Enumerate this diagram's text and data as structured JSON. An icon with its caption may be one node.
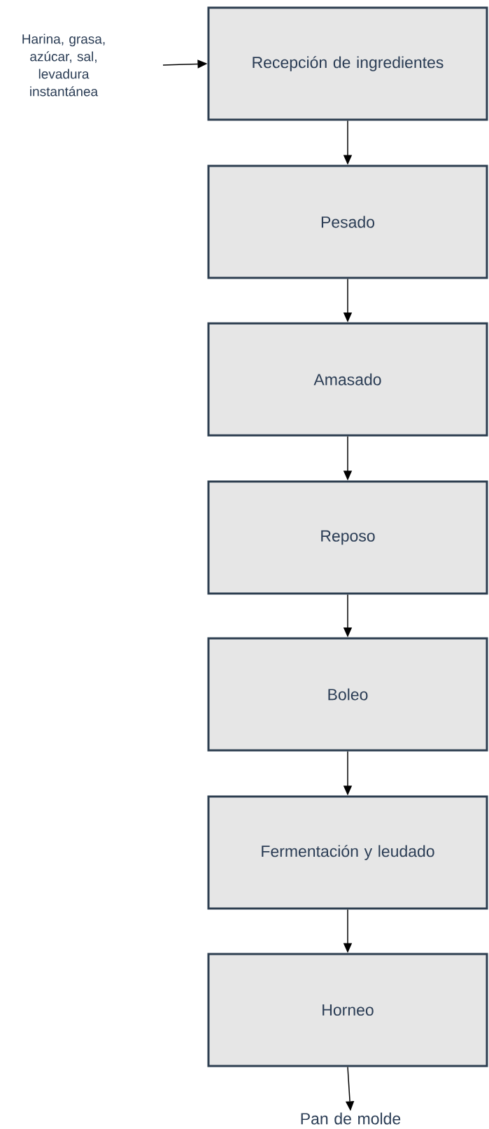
{
  "diagram": {
    "nodes": [
      {
        "text": [
          "Harina, grasa, azúcar, sal, levadura instantánea"
        ]
      },
      {
        "text": [
          "Recepción de ingredientes"
        ]
      },
      {
        "text": [
          "Pesado"
        ]
      },
      {
        "text": [
          "Amasado"
        ]
      },
      {
        "text": [
          "Reposo"
        ]
      },
      {
        "text": [
          "Boleo"
        ]
      },
      {
        "text": [
          "Fermentación y leudado"
        ]
      },
      {
        "text": [
          "Horneo"
        ]
      },
      {
        "text": [
          "Pan de molde"
        ]
      }
    ],
    "edges": [
      {
        "from": 0,
        "to": 1,
        "arrow": "to"
      },
      {
        "from": 1,
        "to": 2,
        "arrow": "to"
      },
      {
        "from": 2,
        "to": 3,
        "arrow": "to"
      },
      {
        "from": 3,
        "to": 4,
        "arrow": "to"
      },
      {
        "from": 4,
        "to": 5,
        "arrow": "to"
      },
      {
        "from": 5,
        "to": 6,
        "arrow": "to"
      },
      {
        "from": 6,
        "to": 7,
        "arrow": "to"
      },
      {
        "from": 7,
        "to": 8,
        "arrow": "to"
      }
    ]
  }
}
